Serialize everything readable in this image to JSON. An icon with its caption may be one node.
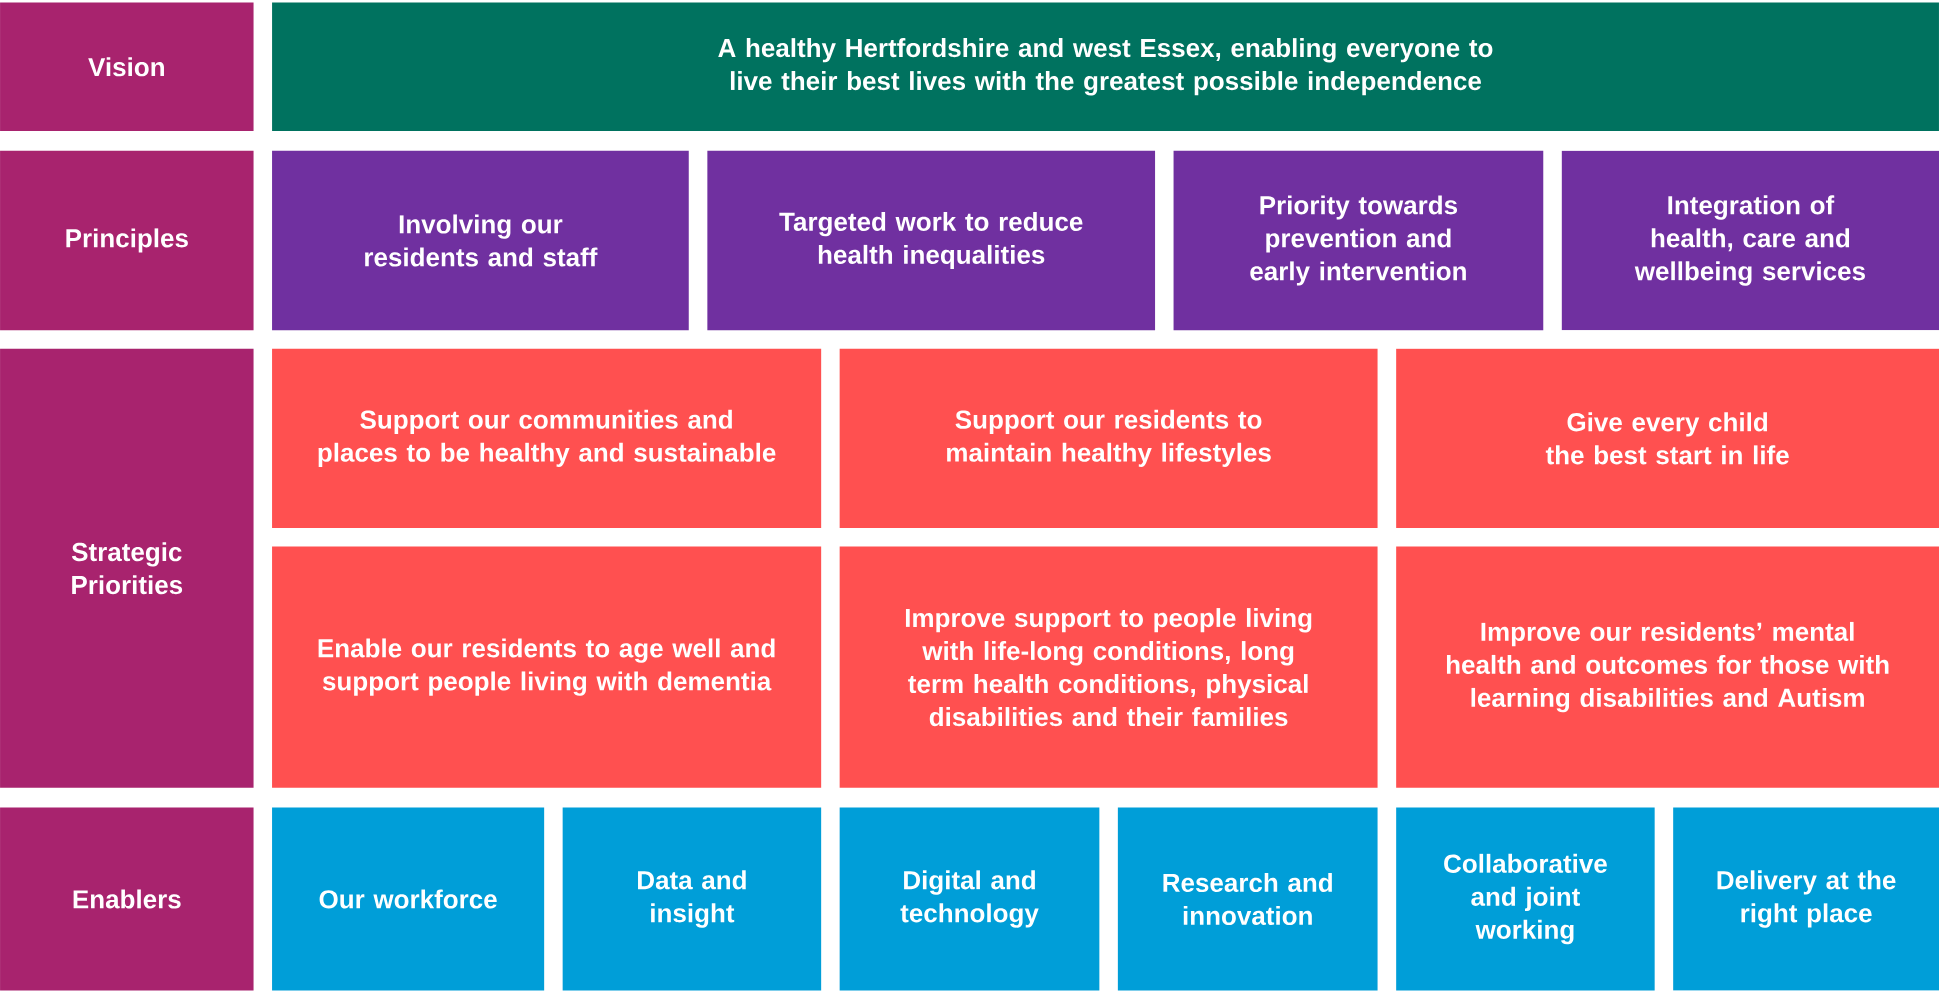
{
  "diagram": {
    "nodes": [
      {
        "text": [
          "Vision"
        ]
      },
      {
        "text": [
          "A healthy Hertfordshire and west Essex, enabling everyone to live their best lives with the greatest possible independence"
        ]
      },
      {
        "text": [
          "Principles"
        ]
      },
      {
        "text": [
          "Involving our residents and staff"
        ]
      },
      {
        "text": [
          "Targeted work to reduce health inequalities"
        ]
      },
      {
        "text": [
          "Priority towards prevention and early intervention"
        ]
      },
      {
        "text": [
          "Integration of health, care and wellbeing services"
        ]
      },
      {
        "text": [
          "Strategic Priorities"
        ]
      },
      {
        "text": [
          "Support our communities and places to be healthy and sustainable"
        ]
      },
      {
        "text": [
          "Support our residents to maintain healthy lifestyles"
        ]
      },
      {
        "text": [
          "Give every child the best start in life"
        ]
      },
      {
        "text": [
          "Enable our residents to age well and support people living with dementia"
        ]
      },
      {
        "text": [
          "Improve support to people living with life-long conditions, long term health conditions, physical disabilities and their families"
        ]
      },
      {
        "text": [
          "Improve our residents’ mental health and outcomes for those with learning disabilities and Autism"
        ]
      },
      {
        "text": [
          "Enablers"
        ]
      },
      {
        "text": [
          "Our workforce"
        ]
      },
      {
        "text": [
          "Data and insight"
        ]
      },
      {
        "text": [
          "Digital and technology"
        ]
      },
      {
        "text": [
          "Research and innovation"
        ]
      },
      {
        "text": [
          "Collaborative and joint working"
        ]
      },
      {
        "text": [
          "Delivery at the right place"
        ]
      }
    ]
  }
}
